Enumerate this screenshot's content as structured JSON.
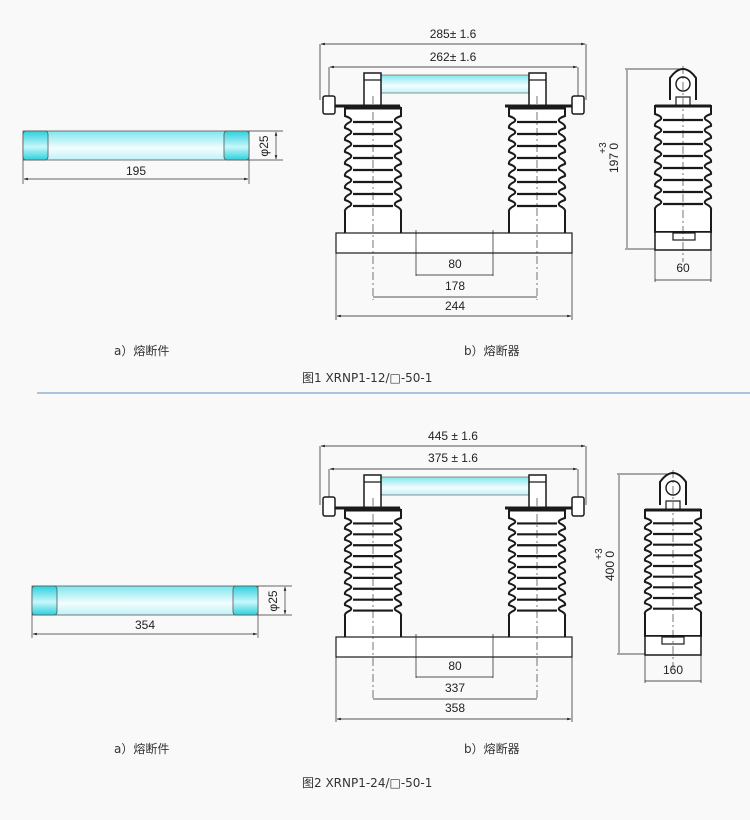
{
  "figures": [
    {
      "caption": "图1 XRNP1-12/□-50-1",
      "fuse_link": {
        "label": "a）熔断件",
        "length": "195",
        "diameter": "φ25"
      },
      "fuse": {
        "label": "b）熔断器",
        "overall_length": "285± 1.6",
        "inner_length": "262± 1.6",
        "dim_inner": "80",
        "dim_mid": "178",
        "dim_outer": "244",
        "height": "197 0",
        "height_tol": "+3",
        "depth": "60"
      }
    },
    {
      "caption": "图2 XRNP1-24/□-50-1",
      "fuse_link": {
        "label": "a）熔断件",
        "length": "354",
        "diameter": "φ25"
      },
      "fuse": {
        "label": "b）熔断器",
        "overall_length": "445 ± 1.6",
        "inner_length": "375 ± 1.6",
        "dim_inner": "80",
        "dim_mid": "337",
        "dim_outer": "358",
        "height": "400 0",
        "height_tol": "+3",
        "depth": "160"
      }
    }
  ],
  "colors": {
    "tube_cyan": "#3fd7e0",
    "tube_light": "#e9fbfd",
    "separator": "#a9c3e0",
    "line": "#1a1a1a"
  }
}
